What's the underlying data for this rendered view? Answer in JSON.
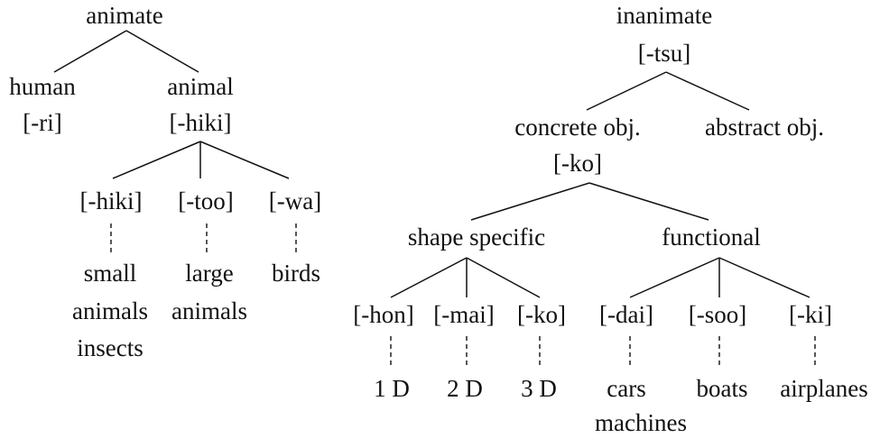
{
  "animate_tree": {
    "root": "animate",
    "human": {
      "label": "human",
      "suffix": "[-ri]"
    },
    "animal": {
      "label": "animal",
      "suffix": "[-hiki]",
      "children": [
        {
          "suffix": "[-hiki]",
          "examples": [
            "small",
            "animals",
            "insects"
          ]
        },
        {
          "suffix": "[-too]",
          "examples": [
            "large",
            "animals"
          ]
        },
        {
          "suffix": "[-wa]",
          "examples": [
            "birds"
          ]
        }
      ]
    }
  },
  "inanimate_tree": {
    "root": "inanimate",
    "root_suffix": "[-tsu]",
    "concrete": {
      "label": "concrete obj.",
      "suffix": "[-ko]"
    },
    "abstract": {
      "label": "abstract obj."
    },
    "shape_specific": {
      "label": "shape specific",
      "children": [
        {
          "suffix": "[-hon]",
          "examples": [
            "1 D"
          ]
        },
        {
          "suffix": "[-mai]",
          "examples": [
            "2 D"
          ]
        },
        {
          "suffix": "[-ko]",
          "examples": [
            "3 D"
          ]
        }
      ]
    },
    "functional": {
      "label": "functional",
      "children": [
        {
          "suffix": "[-dai]",
          "examples": [
            "cars",
            "machines"
          ]
        },
        {
          "suffix": "[-soo]",
          "examples": [
            "boats"
          ]
        },
        {
          "suffix": "[-ki]",
          "examples": [
            "airplanes"
          ]
        }
      ]
    }
  }
}
